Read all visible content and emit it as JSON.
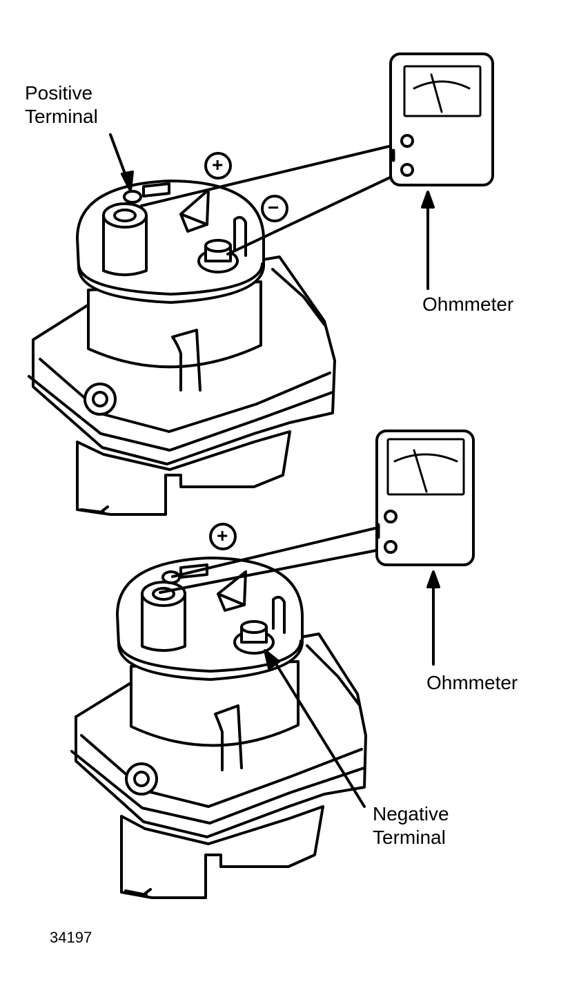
{
  "labels": {
    "positive_terminal_line1": "Positive",
    "positive_terminal_line2": "Terminal",
    "ohmmeter_top": "Ohmmeter",
    "ohmmeter_bottom": "Ohmmeter",
    "negative_terminal_line1": "Negative",
    "negative_terminal_line2": "Terminal",
    "plus_top": "+",
    "minus_top": "−",
    "plus_bottom": "+",
    "figure_number": "34197"
  },
  "colors": {
    "ink": "#000000",
    "paper": "#ffffff"
  }
}
